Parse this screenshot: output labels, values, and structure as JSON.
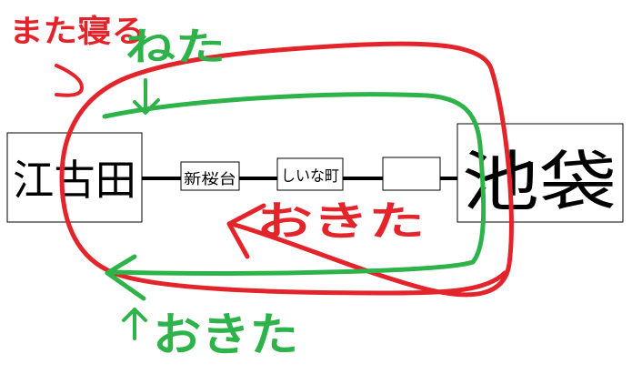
{
  "stations": {
    "left": "江古田",
    "mid1": "新桜台",
    "mid2": "しいな町",
    "mid3": "",
    "right": "池袋"
  },
  "annotations": {
    "red_top": "また寝る",
    "green_top": "ねた",
    "red_middle": "おきた",
    "green_bottom": "おきた"
  },
  "colors": {
    "red": "#e3242b",
    "green": "#2db34a",
    "ink": "#000000"
  }
}
